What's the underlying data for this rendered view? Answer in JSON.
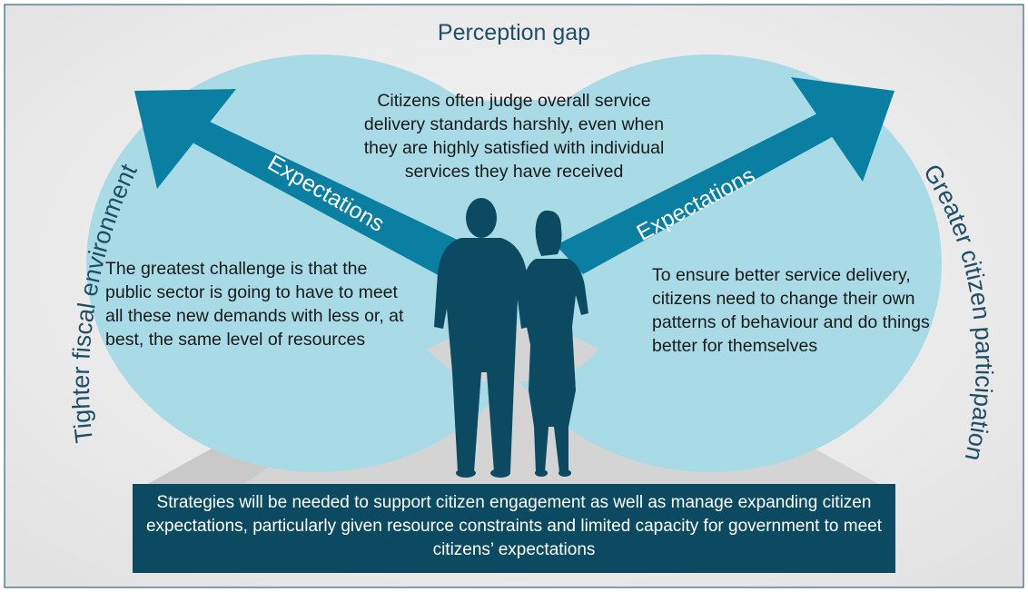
{
  "title": "Perception gap",
  "arrow_labels": {
    "left": "Expectations",
    "right": "Expectations"
  },
  "side_labels": {
    "left": "Tighter fiscal environment",
    "right": "Greater citizen participation"
  },
  "center_text": "Citizens often judge overall service delivery standards harshly, even when they are highly satisfied with individual services they have received",
  "left_text": "The greatest challenge is that the public sector is going to have to meet all these new demands with less or, at best, the same level of resources",
  "right_text": "To ensure better service delivery, citizens need to change their own patterns of behaviour and do things better for themselves",
  "bottom_text": "Strategies will be needed to support citizen engagement as well as manage expanding citizen expectations, particularly given resource constraints and limited capacity for government to meet citizens’ expectations",
  "colors": {
    "background_gradient_outer": "#e4e4e4",
    "background_gradient_inner": "#f7f7f7",
    "ellipse": "#a8dbe5",
    "arrow": "#0b7fa1",
    "silhouette": "#0c4a61",
    "bottom_box": "#0c4a61",
    "floor": "#d6d6d6"
  }
}
